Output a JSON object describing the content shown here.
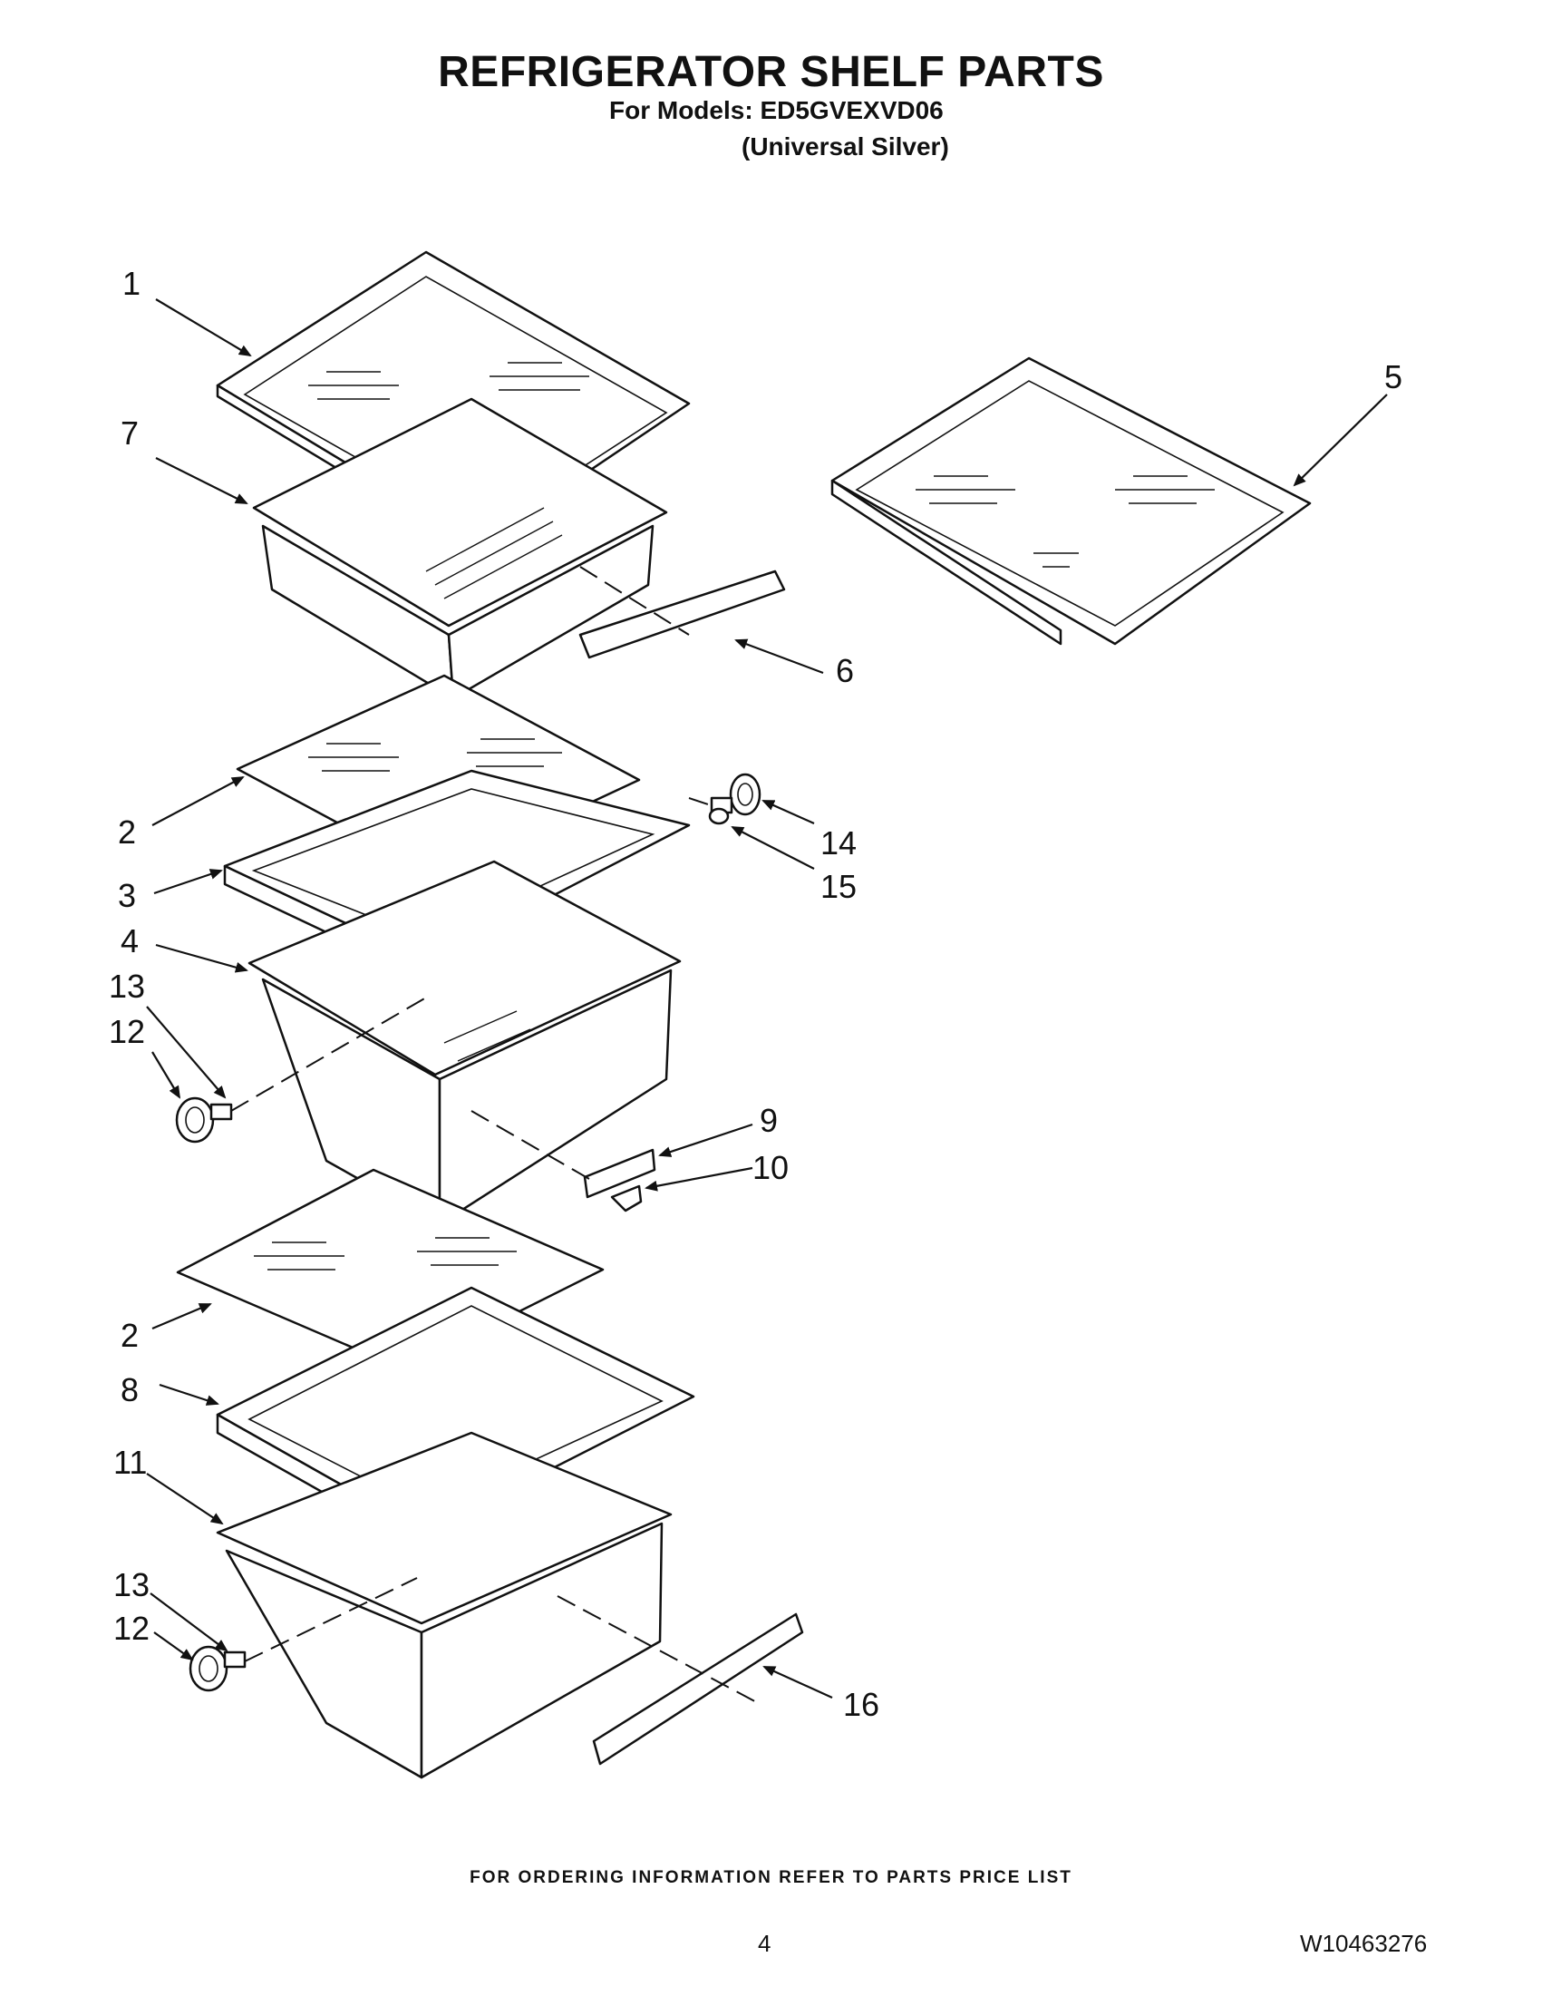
{
  "header": {
    "title": "REFRIGERATOR SHELF PARTS",
    "models_line": "For Models: ED5GVEXVD06",
    "color_line": "(Universal Silver)"
  },
  "callouts": [
    "1",
    "7",
    "5",
    "6",
    "2",
    "14",
    "3",
    "15",
    "4",
    "13",
    "12",
    "9",
    "10",
    "2",
    "8",
    "11",
    "13",
    "12",
    "16"
  ],
  "footer": {
    "ordering_note": "FOR ORDERING INFORMATION REFER TO PARTS PRICE LIST",
    "page_number": "4",
    "document_number": "W10463276"
  }
}
